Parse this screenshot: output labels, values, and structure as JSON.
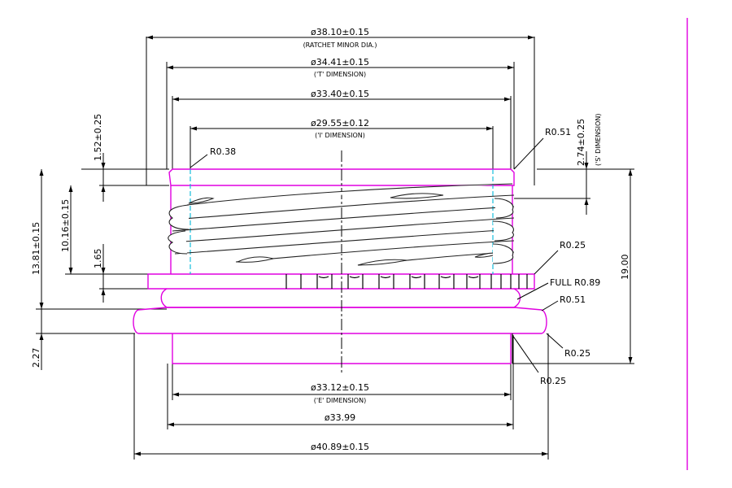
{
  "dims": {
    "ratchet_minor_dia": "ø38.10±0.15",
    "ratchet_minor_dia_note": "(RATCHET MINOR DIA.)",
    "t_dim": "ø34.41±0.15",
    "t_dim_note": "('T' DIMENSION)",
    "d3340": "ø33.40±0.15",
    "i_dim": "ø29.55±0.12",
    "i_dim_note": "('I' DIMENSION)",
    "e_dim": "ø33.12±0.15",
    "e_dim_note": "('E' DIMENSION)",
    "d3399": "ø33.99",
    "d4089": "ø40.89±0.15",
    "v152": "1.52±0.25",
    "v1381": "13.81±0.15",
    "v1016": "10.16±0.15",
    "v165": "1.65",
    "v227": "2.27",
    "s_dim": "2.74±0.25",
    "s_dim_note": "('S' DIMENSION)",
    "v1900": "19.00"
  },
  "radii": {
    "r038": "R0.38",
    "r051_top": "R0.51",
    "r025_a": "R0.25",
    "full_r089": "FULL  R0.89",
    "r051_b": "R0.51",
    "r025_b": "R0.25",
    "r025_c": "R0.25"
  },
  "colors": {
    "outline": "#e000e0",
    "hidden_line": "#00b8d8",
    "dimension": "#000000"
  }
}
